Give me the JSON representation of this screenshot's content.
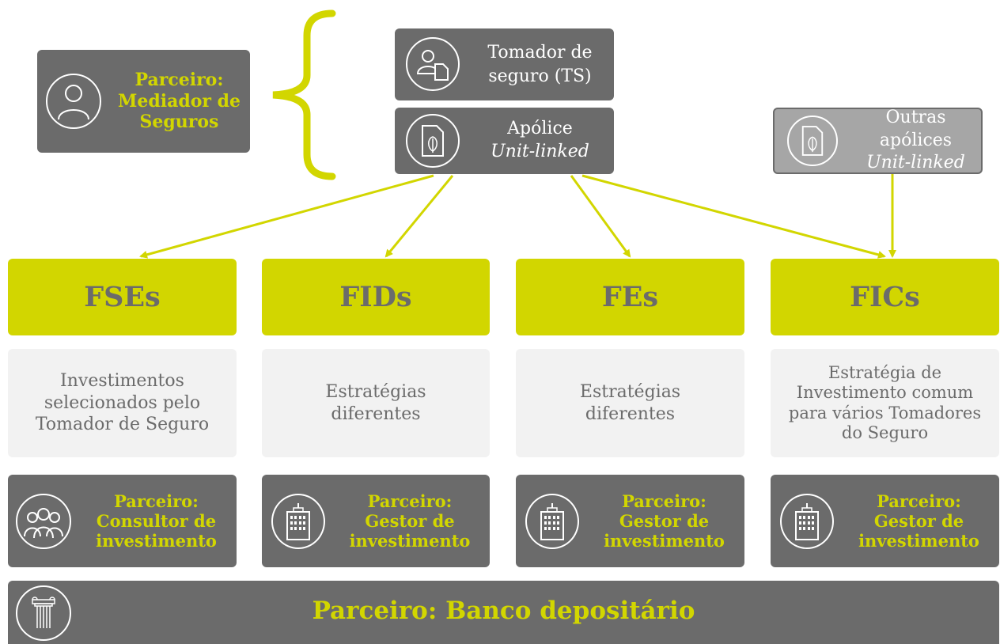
{
  "mediator": {
    "line1": "Parceiro:",
    "line2": "Mediador de",
    "line3": "Seguros"
  },
  "policyholder": {
    "line1": "Tomador de",
    "line2": "seguro (TS)"
  },
  "policy": {
    "line1": "Apólice",
    "line2": "Unit-linked"
  },
  "other_policies": {
    "line1": "Outras apólices",
    "line2": "Unit-linked"
  },
  "funds": [
    {
      "name": "FSEs",
      "description": "Investimentos\nselecionados pelo\nTomador de Seguro",
      "partner": [
        "Parceiro:",
        "Consultor de",
        "investimento"
      ],
      "icon": "people-group-icon"
    },
    {
      "name": "FIDs",
      "description": "Estratégias\ndiferentes",
      "partner": [
        "Parceiro:",
        "Gestor de",
        "investimento"
      ],
      "icon": "building-icon"
    },
    {
      "name": "FEs",
      "description": "Estratégias\ndiferentes",
      "partner": [
        "Parceiro:",
        "Gestor de",
        "investimento"
      ],
      "icon": "building-icon"
    },
    {
      "name": "FICs",
      "description": "Estratégia de\nInvestimento comum\npara vários Tomadores\ndo Seguro",
      "partner": [
        "Parceiro:",
        "Gestor de",
        "investimento"
      ],
      "icon": "building-icon"
    }
  ],
  "bank": {
    "label": "Parceiro: Banco depositário"
  },
  "colors": {
    "accent": "#d2d600",
    "dark": "#6b6b6b",
    "light": "#a6a6a6",
    "pale": "#f2f2f2"
  }
}
